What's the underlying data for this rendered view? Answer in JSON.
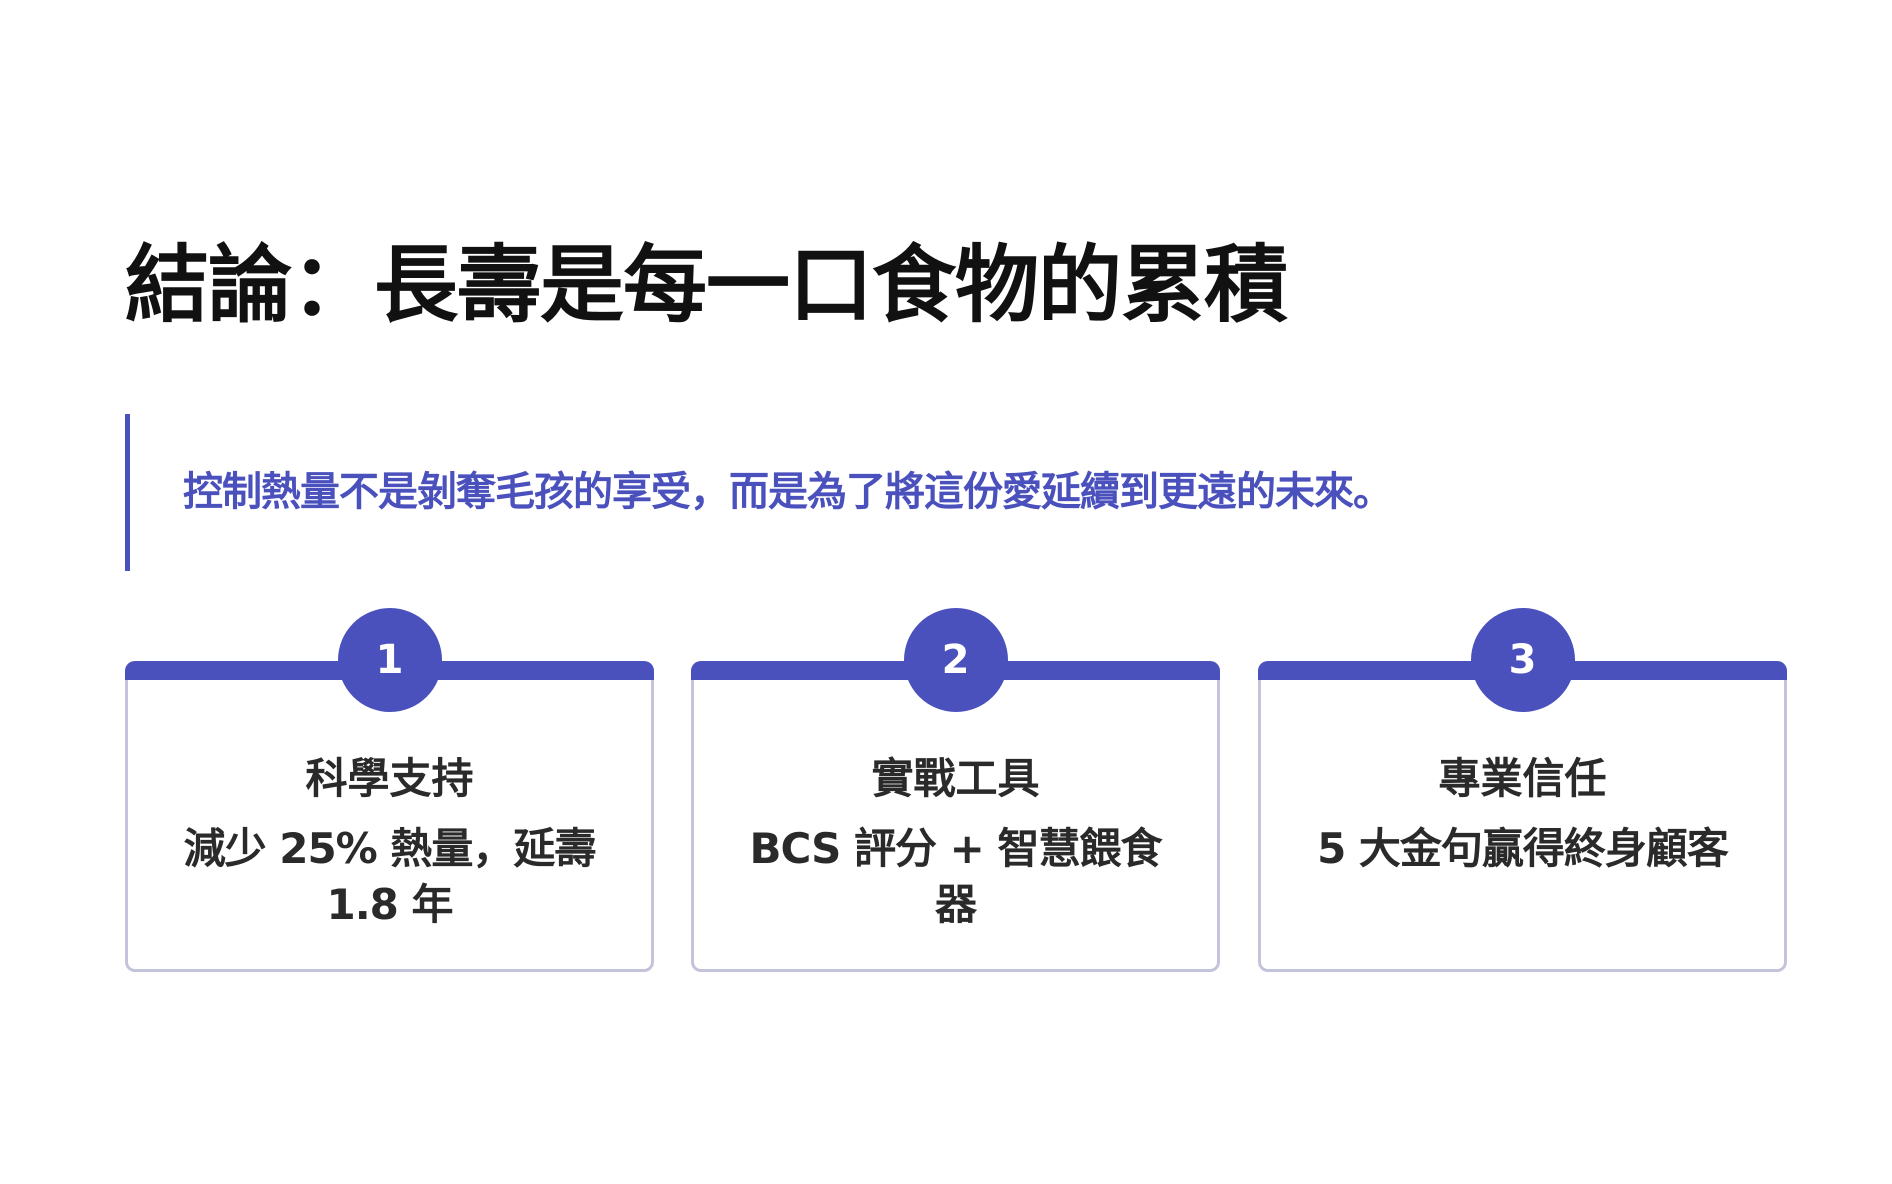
{
  "title": "結論：長壽是每一口食物的累積",
  "quote": "控制熱量不是剝奪毛孩的享受，而是為了將這份愛延續到更遠的未來。",
  "accent_color": "#4a51bd",
  "cards": [
    {
      "number": "1",
      "title": "科學支持",
      "body": "減少 25% 熱量，延壽 1.8 年"
    },
    {
      "number": "2",
      "title": "實戰工具",
      "body": "BCS 評分 + 智慧餵食器"
    },
    {
      "number": "3",
      "title": "專業信任",
      "body": "5 大金句贏得終身顧客"
    }
  ]
}
